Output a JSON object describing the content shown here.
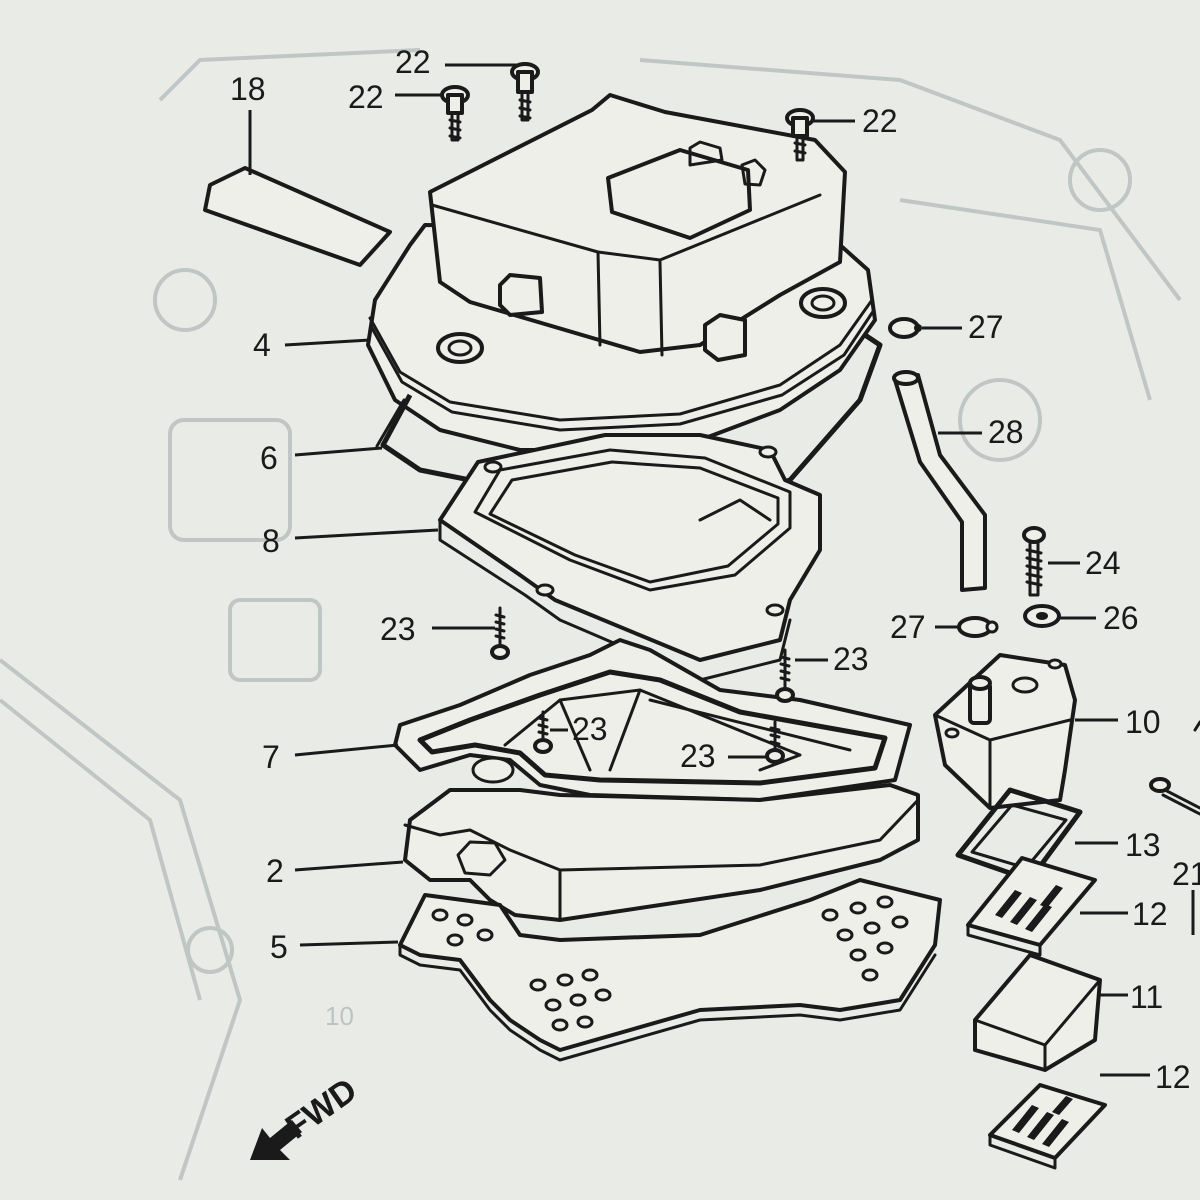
{
  "labels": {
    "p18": "18",
    "p22a": "22",
    "p22b": "22",
    "p22c": "22",
    "p4": "4",
    "p27a": "27",
    "p28": "28",
    "p6": "6",
    "p8": "8",
    "p24": "24",
    "p23a": "23",
    "p27b": "27",
    "p26": "26",
    "p23b": "23",
    "p23c": "23",
    "p23d": "23",
    "p10": "10",
    "p7": "7",
    "p13": "13",
    "p2": "2",
    "p12a": "12",
    "p5": "5",
    "p11": "11",
    "p12b": "12",
    "p21": "21",
    "ghost10": "10"
  },
  "fwd_label": "FWD",
  "colors": {
    "paper": "#e9ebe6",
    "ink": "#1a1a1a",
    "bleed": "#bfc6c4"
  }
}
